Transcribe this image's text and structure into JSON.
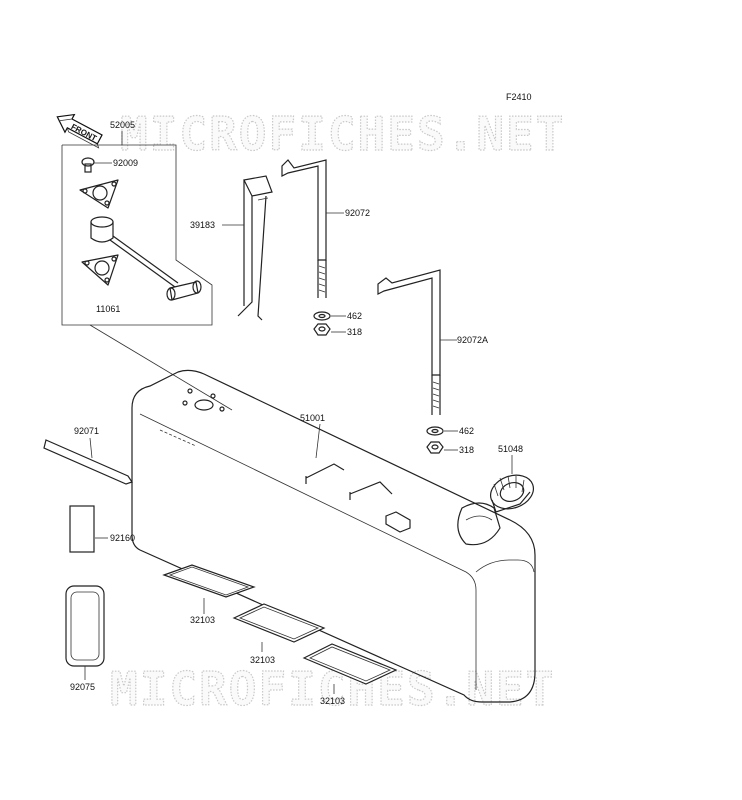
{
  "diagram": {
    "figure_code": "F2410",
    "watermark_text": "MICROFICHES.NET",
    "front_badge_text": "FRONT",
    "part_labels": {
      "p52005": "52005",
      "p92009": "92009",
      "p11061": "11061",
      "p39183": "39183",
      "p92072": "92072",
      "p462a": "462",
      "p318a": "318",
      "p92072A": "92072A",
      "p462b": "462",
      "p318b": "318",
      "p51048": "51048",
      "p51001": "51001",
      "p92071": "92071",
      "p92160": "92160",
      "p32103a": "32103",
      "p32103b": "32103",
      "p32103c": "32103",
      "p92075": "92075"
    }
  }
}
